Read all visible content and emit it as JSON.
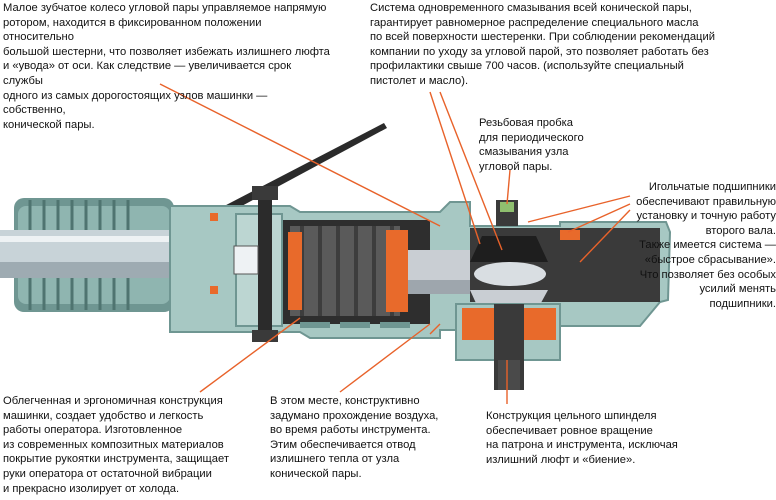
{
  "callouts": {
    "bevel_gear": "Малое зубчатое колесо угловой пары управляемое напрямую\nротором, находится в фиксированном положении относительно\nбольшой шестерни, что позволяет избежать излишнего люфта\nи «увода» от оси. Как следствие — увеличивается срок службы\nодного из самых дорогостоящих узлов машинки — собственно,\nконической пары.",
    "lubrication": "Система одновременного смазывания всей конической пары,\nгарантирует равномерное распределение специального масла\nпо всей поверхности шестеренки. При соблюдении рекомендаций\nкомпании по уходу за угловой парой, это позволяет работать без\nпрофилактики свыше 700 часов. (используйте специальный\nпистолет и масло).",
    "plug": "Резьбовая пробка\nдля периодического\nсмазывания узла\nугловой пары.",
    "bearings": "Игольчатые подшипники\nобеспечивают правильную\nустановку и точную работу\nвторого вала.\nТакже имеется система —\n«быстрое сбрасывание».\nЧто позволяет без особых\nусилий менять подшипники.",
    "handle": "Облегченная и эргономичная конструкция\nмашинки, создает удобство и легкость\nработы оператора. Изготовленное\nиз современных композитных материалов\nпокрытие рукоятки инструмента, защищает\nруки оператора от остаточной вибрации\nи прекрасно изолирует от холода.",
    "airflow": "В этом месте, конструктивно\nзадумано прохождение воздуха,\nво время работы инструмента.\nЭтим обеспечивается отвод\nизлишнего тепла от узла\nконической пары.",
    "spindle": "Конструкция цельного шпинделя\nобеспечивает ровное вращение\nна патрона и инструмента, исключая\nизлишний люфт и «биение»."
  },
  "colors": {
    "leader": "#e8622a",
    "housing": "#a7c8c3",
    "housing_dark": "#6f9692",
    "orange_part": "#e86a2b",
    "rotor": "#5a5a5a",
    "steel": "#c9ced3"
  }
}
